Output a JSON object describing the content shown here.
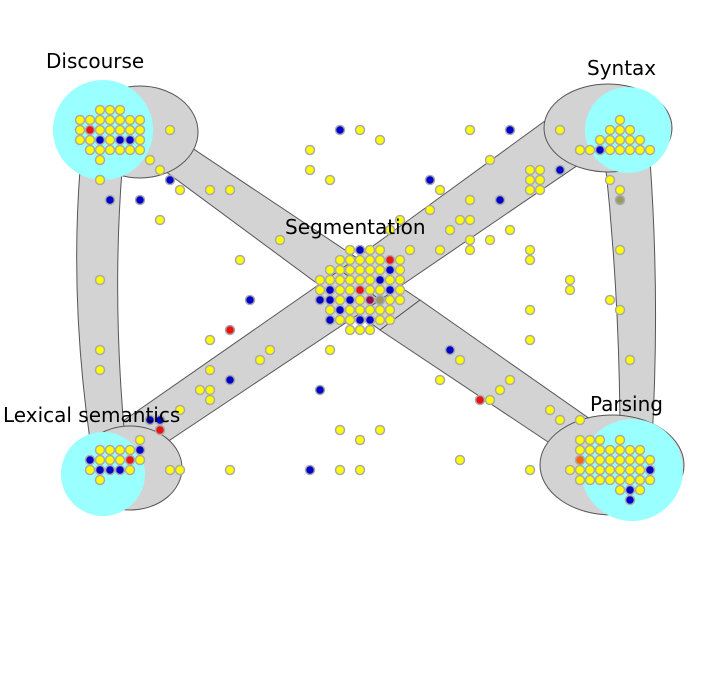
{
  "labels": {
    "discourse": "Discourse",
    "syntax": "Syntax",
    "segmentation": "Segmentation",
    "lexical_semantics": "Lexical semantics",
    "parsing": "Parsing"
  },
  "colors": {
    "background": "#ffffff",
    "cluster_disc": "#99ffff",
    "band_fill": "#d3d3d3",
    "band_stroke": "#555555",
    "node_yellow": "#ffff00",
    "node_blue": "#0000cc",
    "node_red": "#ee1111",
    "node_orange": "#ff6600",
    "node_purple": "#990055",
    "node_gray": "#999966",
    "node_outline": "#aaaaaa"
  }
}
